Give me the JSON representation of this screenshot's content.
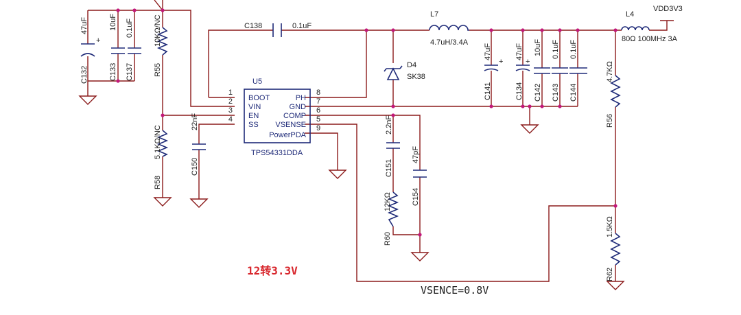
{
  "schematic": {
    "ic": {
      "ref": "U5",
      "part": "TPS54331DDA",
      "pins_left": [
        {
          "num": "1",
          "name": "BOOT"
        },
        {
          "num": "2",
          "name": "VIN"
        },
        {
          "num": "3",
          "name": "EN"
        },
        {
          "num": "4",
          "name": "SS"
        }
      ],
      "pins_right": [
        {
          "num": "8",
          "name": "PH"
        },
        {
          "num": "7",
          "name": "GND"
        },
        {
          "num": "6",
          "name": "COMP"
        },
        {
          "num": "5",
          "name": "VSENSE"
        },
        {
          "num": "9",
          "name": "PowerPDA"
        }
      ]
    },
    "net_output": "VDD3V3",
    "inductors": {
      "l7": {
        "ref": "L7",
        "value": "4.7uH/3.4A"
      },
      "l4": {
        "ref": "L4",
        "value": "80Ω 100MHz 3A"
      }
    },
    "diode": {
      "ref": "D4",
      "value": "SK38"
    },
    "capacitors": {
      "c138": {
        "ref": "C138",
        "value": "0.1uF"
      },
      "c132": {
        "ref": "C132",
        "value": "47uF"
      },
      "c133": {
        "ref": "C133",
        "value": "10uF"
      },
      "c137": {
        "ref": "C137",
        "value": "0.1uF"
      },
      "c150": {
        "ref": "C150",
        "value": "22nF"
      },
      "c151": {
        "ref": "C151",
        "value": "2.2nF"
      },
      "c154": {
        "ref": "C154",
        "value": "47pF"
      },
      "c141": {
        "ref": "C141",
        "value": "47uF"
      },
      "c134": {
        "ref": "C134",
        "value": "47uF"
      },
      "c142": {
        "ref": "C142",
        "value": "10uF"
      },
      "c143": {
        "ref": "C143",
        "value": "0.1uF"
      },
      "c144": {
        "ref": "C144",
        "value": "0.1uF"
      }
    },
    "resistors": {
      "r55": {
        "ref": "R55",
        "value": "10KΩ/NC"
      },
      "r58": {
        "ref": "R58",
        "value": "5.1KΩ/NC"
      },
      "r60": {
        "ref": "R60",
        "value": "12KΩ"
      },
      "r56": {
        "ref": "R56",
        "value": "4.7KΩ"
      },
      "r62": {
        "ref": "R62",
        "value": "1.5KΩ"
      }
    },
    "title_note": "12转3.3V",
    "vsense_note": "VSENCE=0.8V",
    "colors": {
      "wire": "#8b1a1a",
      "component": "#1e2a78",
      "junction": "#c2187a",
      "title": "#d8262c"
    }
  }
}
